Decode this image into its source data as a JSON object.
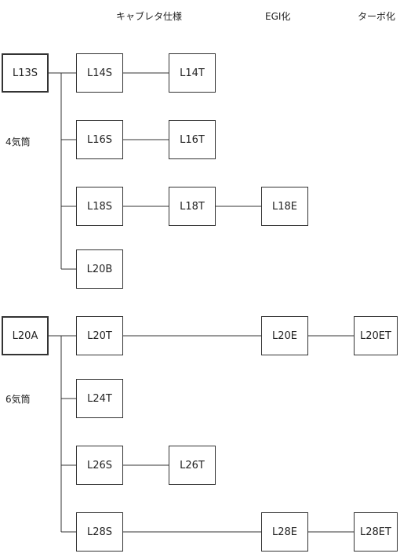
{
  "headers": {
    "carb": "キャブレタ仕様",
    "egi": "EGI化",
    "turbo": "ターボ化"
  },
  "groups": {
    "four": {
      "label": "4気筒",
      "root": "L13S",
      "models": {
        "l14s": "L14S",
        "l14t": "L14T",
        "l16s": "L16S",
        "l16t": "L16T",
        "l18s": "L18S",
        "l18t": "L18T",
        "l18e": "L18E",
        "l20b": "L20B"
      }
    },
    "six": {
      "label": "6気筒",
      "root": "L20A",
      "models": {
        "l20t": "L20T",
        "l20e": "L20E",
        "l20et": "L20ET",
        "l24t": "L24T",
        "l26s": "L26S",
        "l26t": "L26T",
        "l28s": "L28S",
        "l28e": "L28E",
        "l28et": "L28ET"
      }
    }
  }
}
